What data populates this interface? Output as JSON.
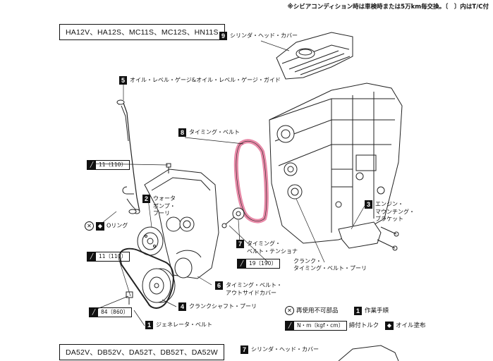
{
  "header_note": "※シビアコンディション時は車検時または5万km毎交換。〔　〕内はT/C付",
  "model_box_1": "HA12V、HA12S、MC11S、MC12S、HN11S",
  "model_box_2": "DA52V、DB52V、DA52T、DB52T、DA52W",
  "callouts": {
    "c9": {
      "num": "9",
      "label": "シリンダ・ヘッド・カバー"
    },
    "c5": {
      "num": "5",
      "label": "オイル・レベル・ゲージ&オイル・レベル・ゲージ・ガイド"
    },
    "c8": {
      "num": "8",
      "label": "タイミング・ベルト"
    },
    "c2": {
      "num": "2",
      "label1": "ウォータ",
      "label2": "ポンプ・",
      "label3": "プーリ"
    },
    "c3": {
      "num": "3",
      "label1": "エンジン・",
      "label2": "マウンチング・",
      "label3": "ブラケット"
    },
    "c7": {
      "num": "7",
      "label1": "タイミング・",
      "label2": "ベルト・テンショナ"
    },
    "c6": {
      "num": "6",
      "label1": "タイミング・ベルト・",
      "label2": "アウトサイドカバー"
    },
    "c4": {
      "num": "4",
      "label": "クランクシャフト・プーリ"
    },
    "c1": {
      "num": "1",
      "label": "ジェネレータ・ベルト"
    },
    "c7b": {
      "num": "7",
      "label": "シリンダ・ヘッド・カバー"
    },
    "crank": {
      "label1": "クランク・",
      "label2": "タイミング・ベルト・プーリ"
    },
    "oring": {
      "label": "Oリング"
    }
  },
  "torques": {
    "t1": "11〔110〕",
    "t2": "11〔110〕",
    "t3": "19〔190〕",
    "t4": "84〔860〕"
  },
  "legend": {
    "no_reuse": "再使用不可部品",
    "step_num": "1",
    "step": "作業手順",
    "torque_unit": "N・m〔kgf・cm〕",
    "torque": "締付トルク",
    "oil": "オイル塗布"
  },
  "colors": {
    "belt": "#e88aa8",
    "line": "#222222"
  }
}
